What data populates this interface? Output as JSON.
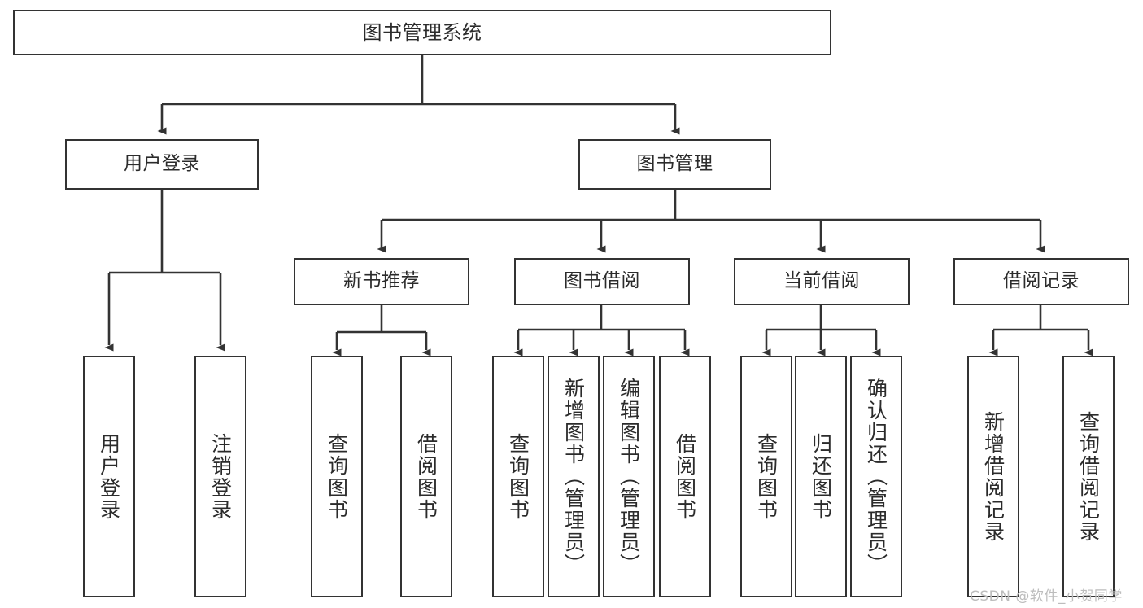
{
  "diagram": {
    "title": "图书管理系统",
    "type": "hierarchy-tree",
    "watermark": "CSDN @软件_小贺同学",
    "colors": {
      "box_border": "#333333",
      "box_fill": "#ffffff",
      "edge": "#333333",
      "text": "#2b2b2b",
      "watermark": "#bdbdbd",
      "background": "#ffffff"
    },
    "nodes": {
      "root": {
        "label": "图书管理系统",
        "level": 1,
        "orientation": "horizontal"
      },
      "user_login": {
        "label": "用户登录",
        "level": 2,
        "orientation": "horizontal"
      },
      "book_manage": {
        "label": "图书管理",
        "level": 2,
        "orientation": "horizontal"
      },
      "new_book_rec": {
        "label": "新书推荐",
        "level": 3,
        "orientation": "horizontal"
      },
      "book_borrow": {
        "label": "图书借阅",
        "level": 3,
        "orientation": "horizontal"
      },
      "current_borrow": {
        "label": "当前借阅",
        "level": 3,
        "orientation": "horizontal"
      },
      "borrow_record": {
        "label": "借阅记录",
        "level": 3,
        "orientation": "horizontal"
      },
      "leaf_user_login": {
        "label": "用户登录",
        "level": 3,
        "orientation": "vertical"
      },
      "leaf_logout": {
        "label": "注销登录",
        "level": 3,
        "orientation": "vertical"
      },
      "leaf_query_book_1": {
        "label": "查询图书",
        "level": 4,
        "orientation": "vertical"
      },
      "leaf_borrow_book_1": {
        "label": "借阅图书",
        "level": 4,
        "orientation": "vertical"
      },
      "leaf_query_book_2": {
        "label": "查询图书",
        "level": 4,
        "orientation": "vertical"
      },
      "leaf_add_book": {
        "label": "新增图书（管理员）",
        "level": 4,
        "orientation": "vertical"
      },
      "leaf_edit_book": {
        "label": "编辑图书（管理员）",
        "level": 4,
        "orientation": "vertical"
      },
      "leaf_borrow_book_2": {
        "label": "借阅图书",
        "level": 4,
        "orientation": "vertical"
      },
      "leaf_query_book_3": {
        "label": "查询图书",
        "level": 4,
        "orientation": "vertical"
      },
      "leaf_return_book": {
        "label": "归还图书",
        "level": 4,
        "orientation": "vertical"
      },
      "leaf_confirm_return": {
        "label": "确认归还（管理员）",
        "level": 4,
        "orientation": "vertical"
      },
      "leaf_add_record": {
        "label": "新增借阅记录",
        "level": 4,
        "orientation": "vertical"
      },
      "leaf_query_record": {
        "label": "查询借阅记录",
        "level": 4,
        "orientation": "vertical"
      }
    },
    "edges": [
      {
        "from": "root",
        "to": "user_login"
      },
      {
        "from": "root",
        "to": "book_manage"
      },
      {
        "from": "user_login",
        "to": "leaf_user_login"
      },
      {
        "from": "user_login",
        "to": "leaf_logout"
      },
      {
        "from": "book_manage",
        "to": "new_book_rec"
      },
      {
        "from": "book_manage",
        "to": "book_borrow"
      },
      {
        "from": "book_manage",
        "to": "current_borrow"
      },
      {
        "from": "book_manage",
        "to": "borrow_record"
      },
      {
        "from": "new_book_rec",
        "to": "leaf_query_book_1"
      },
      {
        "from": "new_book_rec",
        "to": "leaf_borrow_book_1"
      },
      {
        "from": "book_borrow",
        "to": "leaf_query_book_2"
      },
      {
        "from": "book_borrow",
        "to": "leaf_add_book"
      },
      {
        "from": "book_borrow",
        "to": "leaf_edit_book"
      },
      {
        "from": "book_borrow",
        "to": "leaf_borrow_book_2"
      },
      {
        "from": "current_borrow",
        "to": "leaf_query_book_3"
      },
      {
        "from": "current_borrow",
        "to": "leaf_return_book"
      },
      {
        "from": "current_borrow",
        "to": "leaf_confirm_return"
      },
      {
        "from": "borrow_record",
        "to": "leaf_add_record"
      },
      {
        "from": "borrow_record",
        "to": "leaf_query_record"
      }
    ]
  }
}
